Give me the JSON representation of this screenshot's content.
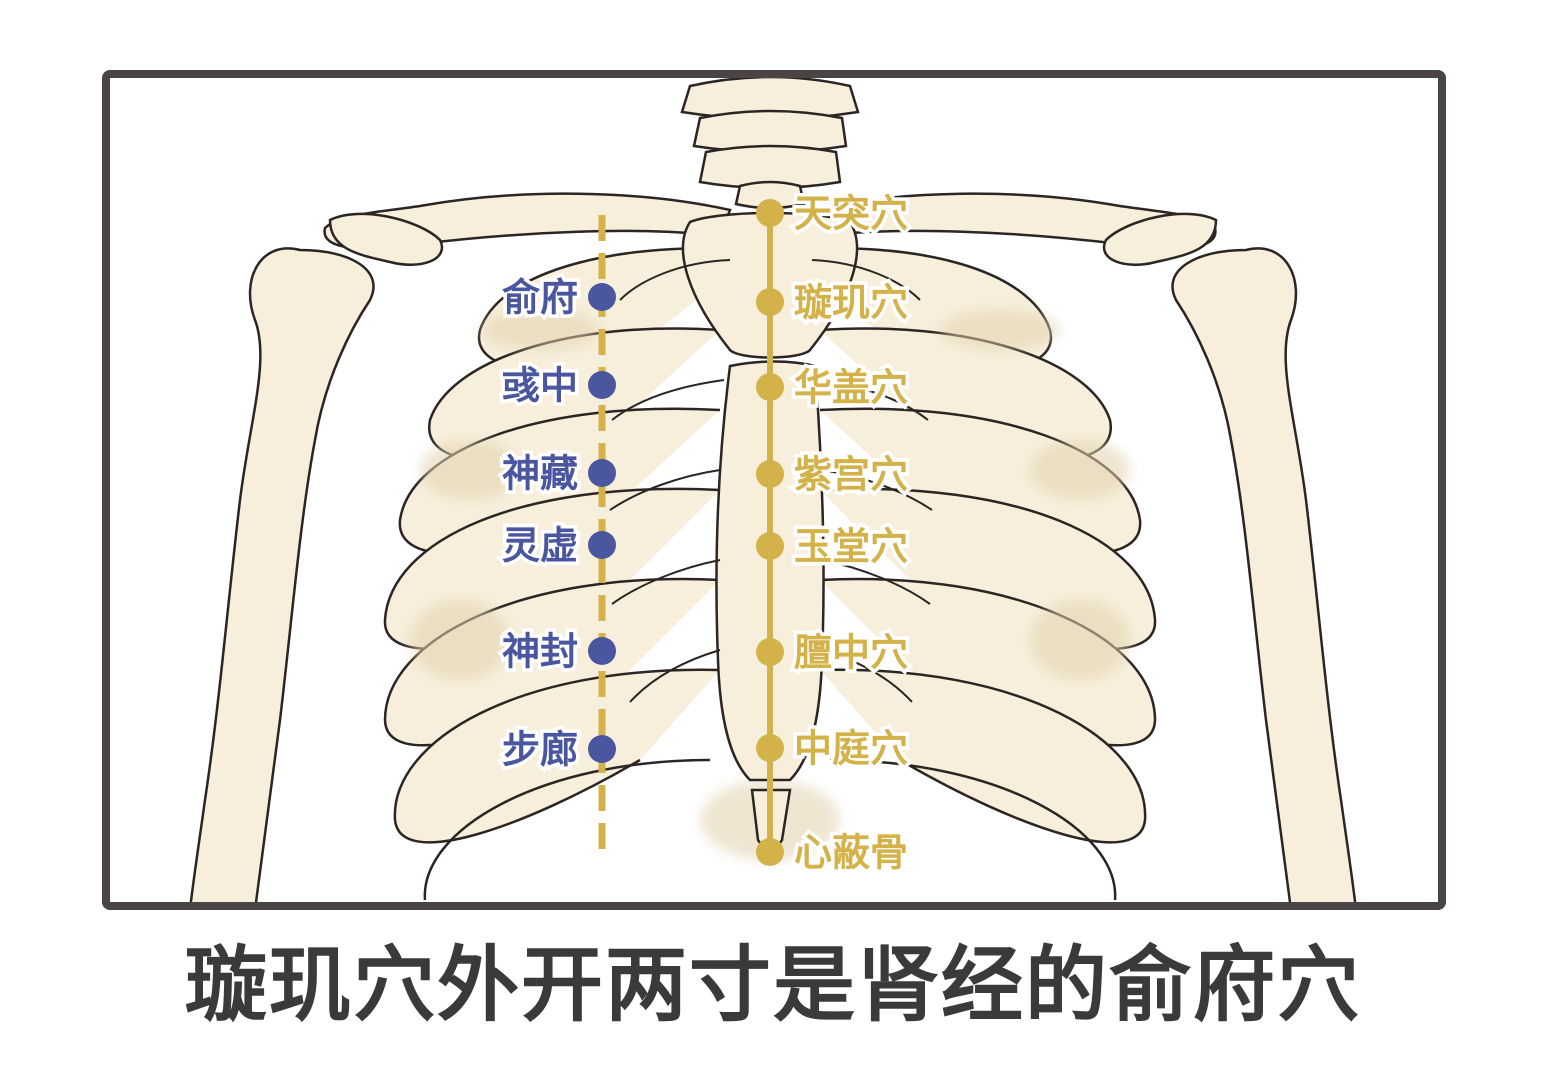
{
  "caption": "璇玑穴外开两寸是肾经的俞府穴",
  "colors": {
    "frame": "#4a4544",
    "bone_fill": "#f7efdc",
    "bone_shade": "#e2d1ad",
    "bone_line": "#2b2523",
    "ren_meridian": "#d4b24a",
    "kidney_meridian": "#4a56a0",
    "caption": "#3c3a39"
  },
  "ren_points": [
    "天突穴",
    "璇玑穴",
    "华盖穴",
    "紫宫穴",
    "玉堂穴",
    "膻中穴",
    "中庭穴",
    "心蔽骨"
  ],
  "kidney_points": [
    "俞府",
    "彧中",
    "神藏",
    "灵虚",
    "神封",
    "步廊"
  ]
}
